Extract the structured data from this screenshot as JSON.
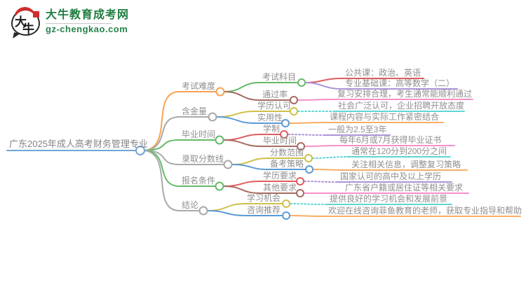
{
  "logo": {
    "title": "大牛教育成考网",
    "site": "gz-chengkao.com",
    "bubble_char_1": "大",
    "bubble_char_2": "牛",
    "brand_green": "#1f7d40",
    "seal_red": "#cf2e2e"
  },
  "palette": {
    "root_blue": "#72a5d8",
    "orange": "#f7a351",
    "gray": "#a9a9a9",
    "green": "#63bb67",
    "brown": "#a56b5f",
    "yellow": "#cfc04a",
    "blue": "#5b9bd5",
    "red": "#e05c5c",
    "purple": "#ab93d6",
    "pink": "#f591c8",
    "cyan": "#5fd6d4",
    "light_orange": "#f8ad62",
    "text_gray": "#8f8f8f"
  },
  "mindmap": {
    "root": {
      "label": "广东2025年成人高考财务管理专业",
      "color": "#72a5d8"
    },
    "branches": [
      {
        "label": "考试难度",
        "color": "#f7a351",
        "children": [
          {
            "label": "考试科目",
            "color": "#63bb67",
            "children": [
              {
                "label": "公共课：政治、英语",
                "color": "#e05c5c"
              },
              {
                "label": "专业基础课：高等数学（二）",
                "color": "#ab93d6"
              }
            ]
          },
          {
            "label": "通过率",
            "color": "#a56b5f",
            "children": [
              {
                "label": "复习安排合理，考生通常能顺利通过",
                "color": "#f591c8"
              }
            ]
          }
        ]
      },
      {
        "label": "含金量",
        "color": "#a9a9a9",
        "children": [
          {
            "label": "学历认可",
            "color": "#cfc04a",
            "children": [
              {
                "label": "社会广泛认可，企业招聘开放态度",
                "color": "#5fd6d4"
              }
            ]
          },
          {
            "label": "实用性",
            "color": "#5b9bd5",
            "children": [
              {
                "label": "课程内容与实际工作紧密结合",
                "color": "#f8ad62"
              }
            ]
          }
        ]
      },
      {
        "label": "毕业时间",
        "color": "#63bb67",
        "children": [
          {
            "label": "学制",
            "color": "#e05c5c",
            "children": [
              {
                "label": "一般为2.5至3年",
                "color": "#ab93d6"
              }
            ]
          },
          {
            "label": "毕业时间",
            "color": "#a56b5f",
            "children": [
              {
                "label": "每年6月或7月获得毕业证书",
                "color": "#f591c8"
              }
            ]
          }
        ]
      },
      {
        "label": "录取分数线",
        "color": "#a9a9a9",
        "children": [
          {
            "label": "分数范围",
            "color": "#cfc04a",
            "children": [
              {
                "label": "通常在120分到200分之间",
                "color": "#5fd6d4"
              }
            ]
          },
          {
            "label": "备考策略",
            "color": "#5b9bd5",
            "children": [
              {
                "label": "关注相关信息，调整复习策略",
                "color": "#f8ad62"
              }
            ]
          }
        ]
      },
      {
        "label": "报名条件",
        "color": "#63bb67",
        "children": [
          {
            "label": "学历要求",
            "color": "#e05c5c",
            "children": [
              {
                "label": "国家认可的高中及以上学历",
                "color": "#ab93d6"
              }
            ]
          },
          {
            "label": "其他要求",
            "color": "#a56b5f",
            "children": [
              {
                "label": "广东省户籍或居住证等相关要求",
                "color": "#f591c8"
              }
            ]
          }
        ]
      },
      {
        "label": "结论",
        "color": "#a9a9a9",
        "children": [
          {
            "label": "学习机会",
            "color": "#cfc04a",
            "children": [
              {
                "label": "提供良好的学习机会和发展前景",
                "color": "#5fd6d4"
              }
            ]
          },
          {
            "label": "咨询推荐",
            "color": "#5b9bd5",
            "children": [
              {
                "label": "欢迎在线咨询菲鱼教育的老师，获取专业指导和帮助",
                "color": "#f8ad62"
              }
            ]
          }
        ]
      }
    ]
  }
}
